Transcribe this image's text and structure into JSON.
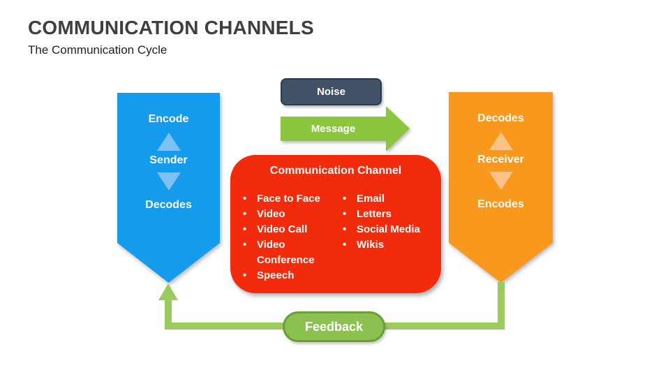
{
  "slide": {
    "title": "COMMUNICATION CHANNELS",
    "subtitle": "The Communication Cycle"
  },
  "sender_banner": {
    "top_label": "Encode",
    "middle_label": "Sender",
    "bottom_label": "Decodes",
    "fill_color": "#149bec",
    "arrow_color": "#7cc1f2"
  },
  "receiver_banner": {
    "top_label": "Decodes",
    "middle_label": "Receiver",
    "bottom_label": "Encodes",
    "fill_color": "#f8981d",
    "arrow_color": "#fac385"
  },
  "noise_box": {
    "label": "Noise",
    "fill_color": "#415266"
  },
  "message_arrow": {
    "label": "Message",
    "fill_color": "#8cc63f"
  },
  "channel_box": {
    "title": "Communication Channel",
    "fill_color": "#f32b0d",
    "left_items": [
      "Face to Face",
      "Video",
      "Video Call",
      "Video Conference",
      "Speech"
    ],
    "right_items": [
      "Email",
      "Letters",
      "Social Media",
      "Wikis"
    ],
    "bullet": "•"
  },
  "feedback": {
    "label": "Feedback",
    "line_color": "#9bcb5f",
    "pill_fill": "#8cc152",
    "pill_border": "#68a033"
  }
}
